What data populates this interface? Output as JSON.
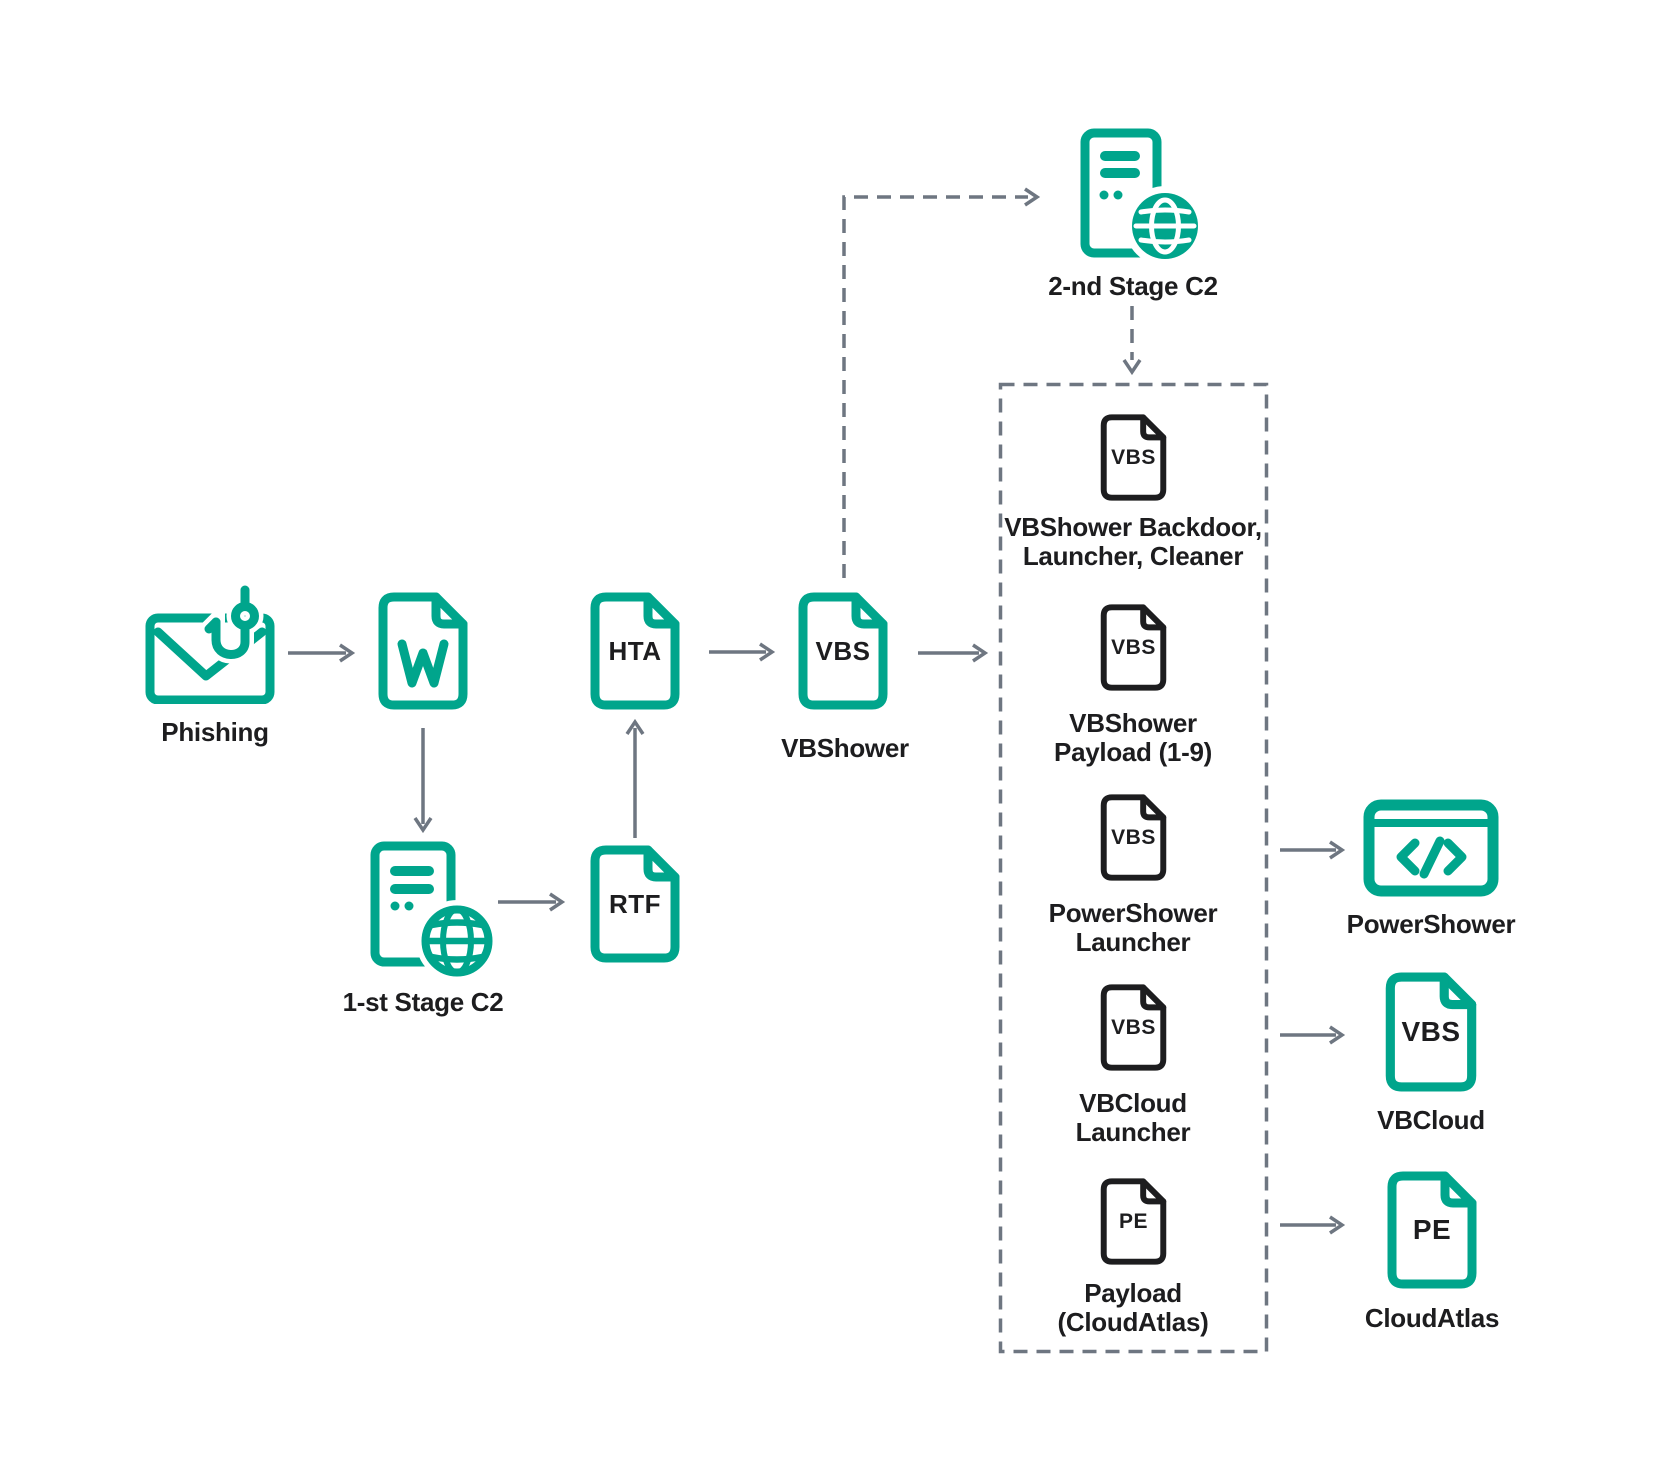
{
  "diagram": {
    "colors": {
      "accent": "#00a58c",
      "dark": "#1d1d1f",
      "connector": "#6e7681",
      "background": "#ffffff"
    },
    "nodes": {
      "phishing": {
        "icon": "phishing-email-hook-icon",
        "label": "Phishing"
      },
      "word": {
        "icon": "word-document-icon"
      },
      "first_stage_c2": {
        "icon": "server-globe-outline-icon",
        "label": "1-st Stage C2"
      },
      "rtf": {
        "icon": "document-icon",
        "badge": "RTF"
      },
      "hta": {
        "icon": "document-icon",
        "badge": "HTA"
      },
      "vbshower": {
        "icon": "document-icon",
        "badge": "VBS",
        "label": "VBShower"
      },
      "second_stage_c2": {
        "icon": "server-globe-filled-icon",
        "label": "2-nd Stage C2"
      },
      "powershower": {
        "icon": "code-window-icon",
        "label": "PowerShower"
      },
      "vbcloud": {
        "icon": "document-icon",
        "badge": "VBS",
        "label": "VBCloud"
      },
      "cloudatlas": {
        "icon": "document-icon",
        "badge": "PE",
        "label": "CloudAtlas"
      }
    },
    "payload_group": {
      "items": [
        {
          "icon": "document-icon-dark",
          "badge": "VBS",
          "label": "VBShower Backdoor,\nLauncher, Cleaner"
        },
        {
          "icon": "document-icon-dark",
          "badge": "VBS",
          "label": "VBShower\nPayload (1-9)"
        },
        {
          "icon": "document-icon-dark",
          "badge": "VBS",
          "label": "PowerShower\nLauncher"
        },
        {
          "icon": "document-icon-dark",
          "badge": "VBS",
          "label": "VBCloud\nLauncher"
        },
        {
          "icon": "document-icon-dark",
          "badge": "PE",
          "label": "Payload\n(CloudAtlas)"
        }
      ]
    }
  }
}
